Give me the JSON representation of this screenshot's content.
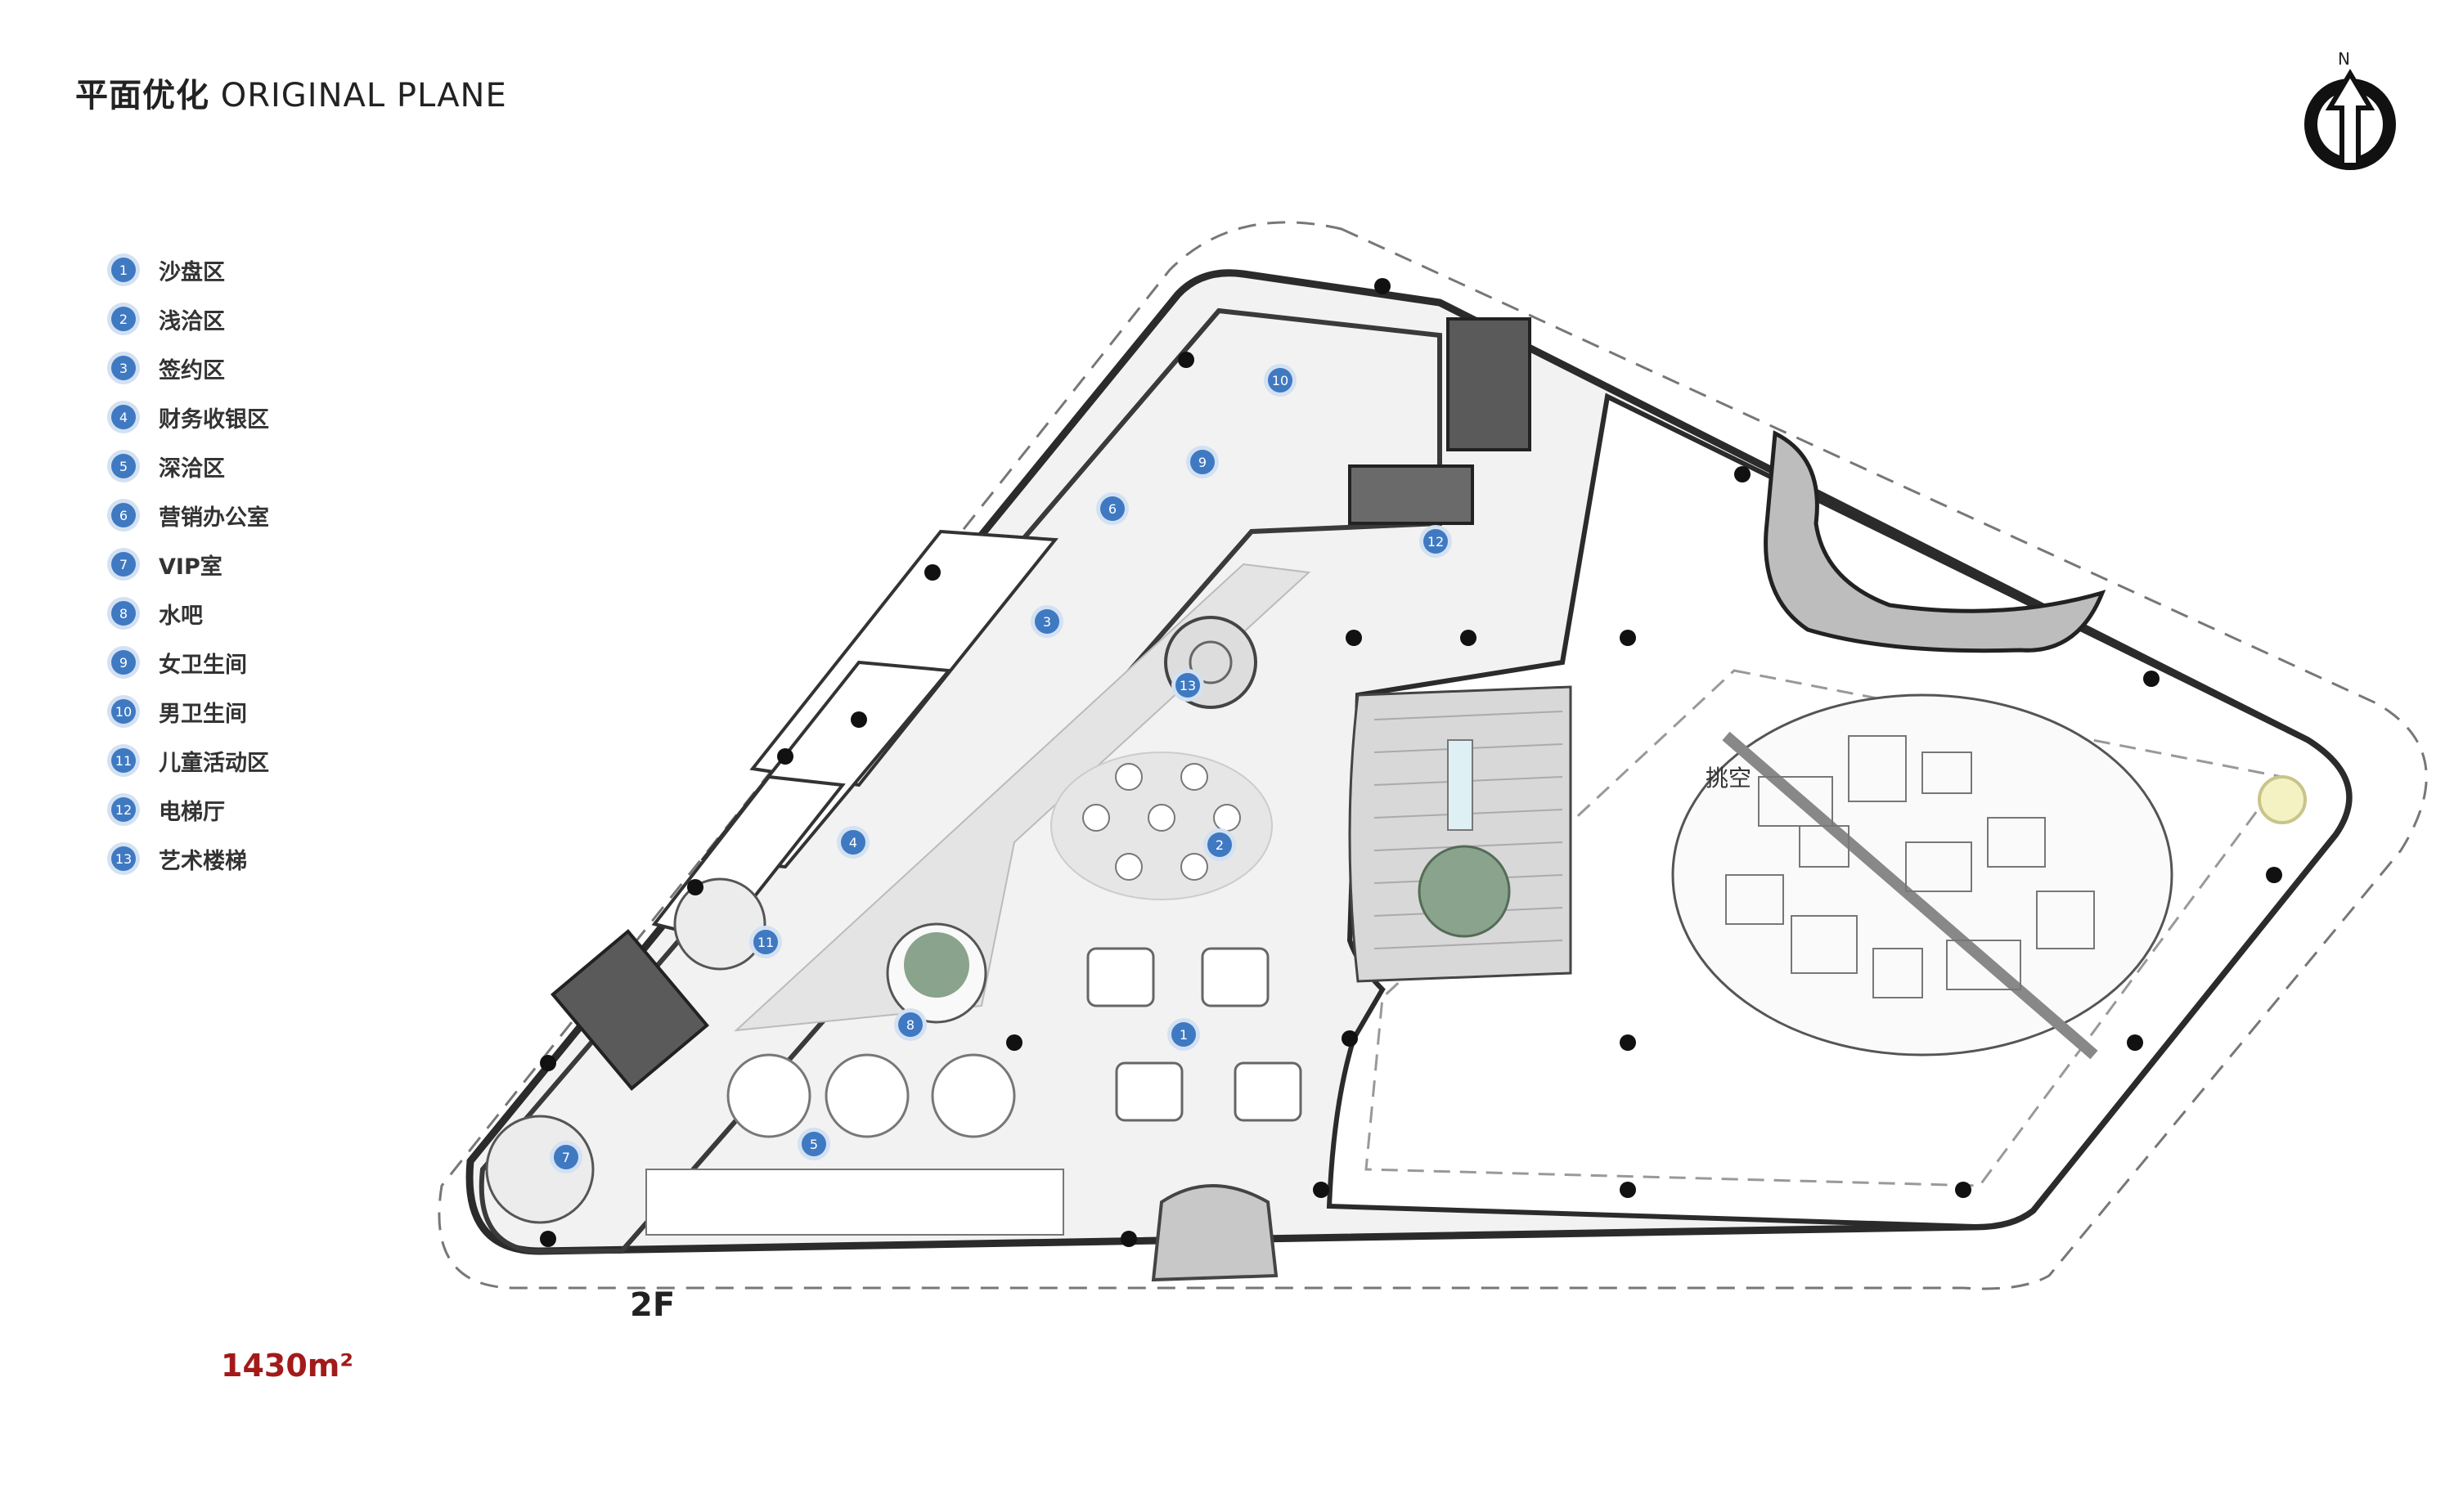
{
  "header": {
    "title_cn": "平面优化",
    "title_en": "ORIGINAL PLANE"
  },
  "compass": {
    "north_label": "N"
  },
  "legend": [
    {
      "num": "1",
      "label": "沙盘区"
    },
    {
      "num": "2",
      "label": "浅洽区"
    },
    {
      "num": "3",
      "label": "签约区"
    },
    {
      "num": "4",
      "label": "财务收银区"
    },
    {
      "num": "5",
      "label": "深洽区"
    },
    {
      "num": "6",
      "label": "营销办公室"
    },
    {
      "num": "7",
      "label": "VIP室"
    },
    {
      "num": "8",
      "label": "水吧"
    },
    {
      "num": "9",
      "label": "女卫生间"
    },
    {
      "num": "10",
      "label": "男卫生间"
    },
    {
      "num": "11",
      "label": "儿童活动区"
    },
    {
      "num": "12",
      "label": "电梯厅"
    },
    {
      "num": "13",
      "label": "艺术楼梯"
    }
  ],
  "plan": {
    "void_label": "挑空",
    "floor": "2F",
    "area": "1430m²",
    "markers": [
      "1",
      "2",
      "3",
      "4",
      "5",
      "6",
      "7",
      "8",
      "9",
      "10",
      "11",
      "12",
      "13"
    ]
  },
  "colors": {
    "marker": "#3f79c2",
    "marker_halo": "#d3e1f2",
    "area_text": "#a31a1a",
    "wall": "#2b2b2b"
  }
}
